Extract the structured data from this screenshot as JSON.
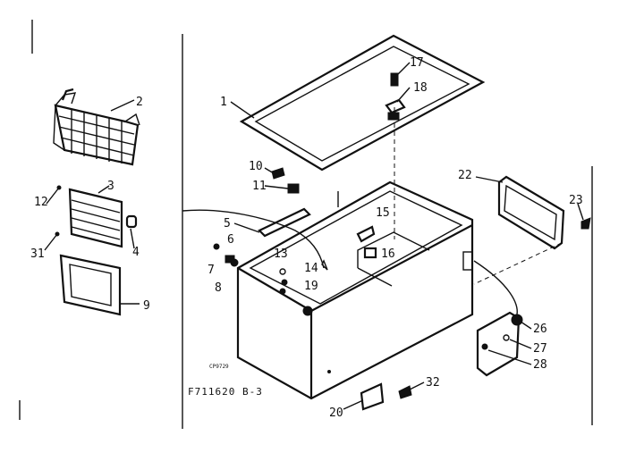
{
  "diagram": {
    "drawing_code": "CP9729",
    "model_caption": "F711620 B-3",
    "parts": [
      {
        "id": "1"
      },
      {
        "id": "2"
      },
      {
        "id": "3"
      },
      {
        "id": "4"
      },
      {
        "id": "5"
      },
      {
        "id": "6"
      },
      {
        "id": "7"
      },
      {
        "id": "8"
      },
      {
        "id": "9"
      },
      {
        "id": "10"
      },
      {
        "id": "11"
      },
      {
        "id": "12"
      },
      {
        "id": "13"
      },
      {
        "id": "14"
      },
      {
        "id": "15"
      },
      {
        "id": "16"
      },
      {
        "id": "17"
      },
      {
        "id": "18"
      },
      {
        "id": "19"
      },
      {
        "id": "20"
      },
      {
        "id": "22"
      },
      {
        "id": "23"
      },
      {
        "id": "26"
      },
      {
        "id": "27"
      },
      {
        "id": "28"
      },
      {
        "id": "31"
      },
      {
        "id": "32"
      }
    ]
  }
}
